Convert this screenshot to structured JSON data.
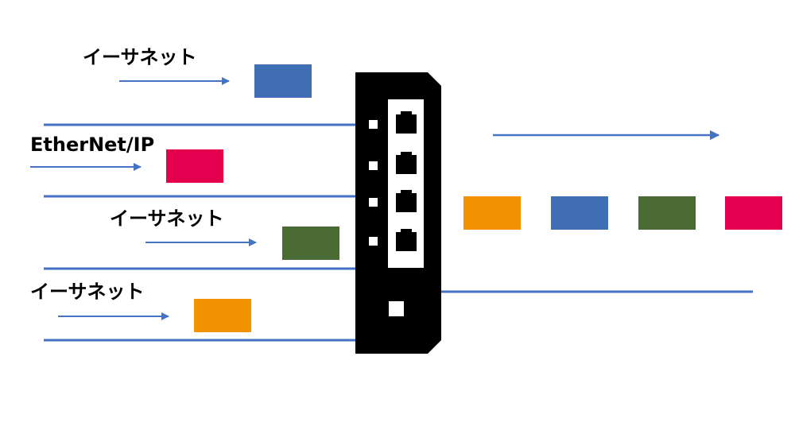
{
  "colors": {
    "line": "#4472c4",
    "blue": "#3f6eb5",
    "red": "#e5004f",
    "green": "#4a6b33",
    "orange": "#f29200",
    "switch_body": "#000000",
    "switch_port_panel": "#ffffff"
  },
  "inputs": [
    {
      "label": "イーサネット",
      "packet_color": "blue"
    },
    {
      "label": "EtherNet/IP",
      "packet_color": "red"
    },
    {
      "label": "イーサネット",
      "packet_color": "green"
    },
    {
      "label": "イーサネット",
      "packet_color": "orange"
    }
  ],
  "output": {
    "packet_colors": [
      "orange",
      "blue",
      "green",
      "red"
    ]
  },
  "switch": {
    "port_count": 4,
    "icon": "network-switch-icon"
  }
}
